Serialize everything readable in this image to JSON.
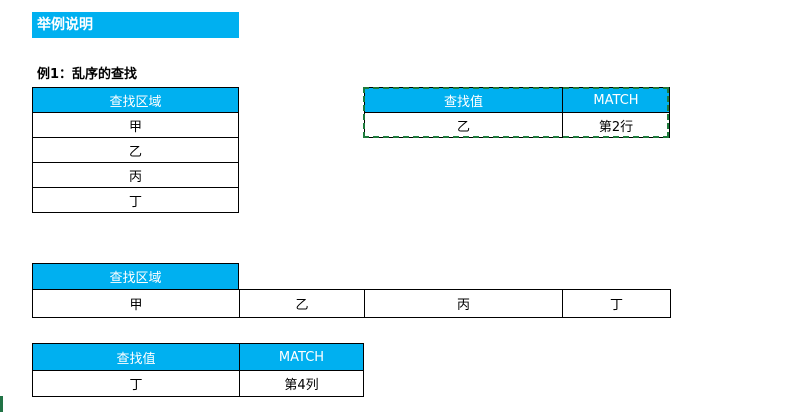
{
  "banner": {
    "title": "举例说明"
  },
  "example1": {
    "title": "例1：乱序的查找"
  },
  "vertical_table": {
    "header": "查找区域",
    "rows": [
      "甲",
      "乙",
      "丙",
      "丁"
    ]
  },
  "lookup1": {
    "headers": [
      "查找值",
      "MATCH"
    ],
    "values": [
      "乙",
      "第2行"
    ]
  },
  "horizontal_table": {
    "header": "查找区域",
    "cells": [
      "甲",
      "乙",
      "丙",
      "丁"
    ]
  },
  "lookup2": {
    "headers": [
      "查找值",
      "MATCH"
    ],
    "values": [
      "丁",
      "第4列"
    ]
  },
  "colors": {
    "header_bg": "#00b0f0",
    "dash_border": "#1e7b3c",
    "excel_green": "#217346"
  }
}
